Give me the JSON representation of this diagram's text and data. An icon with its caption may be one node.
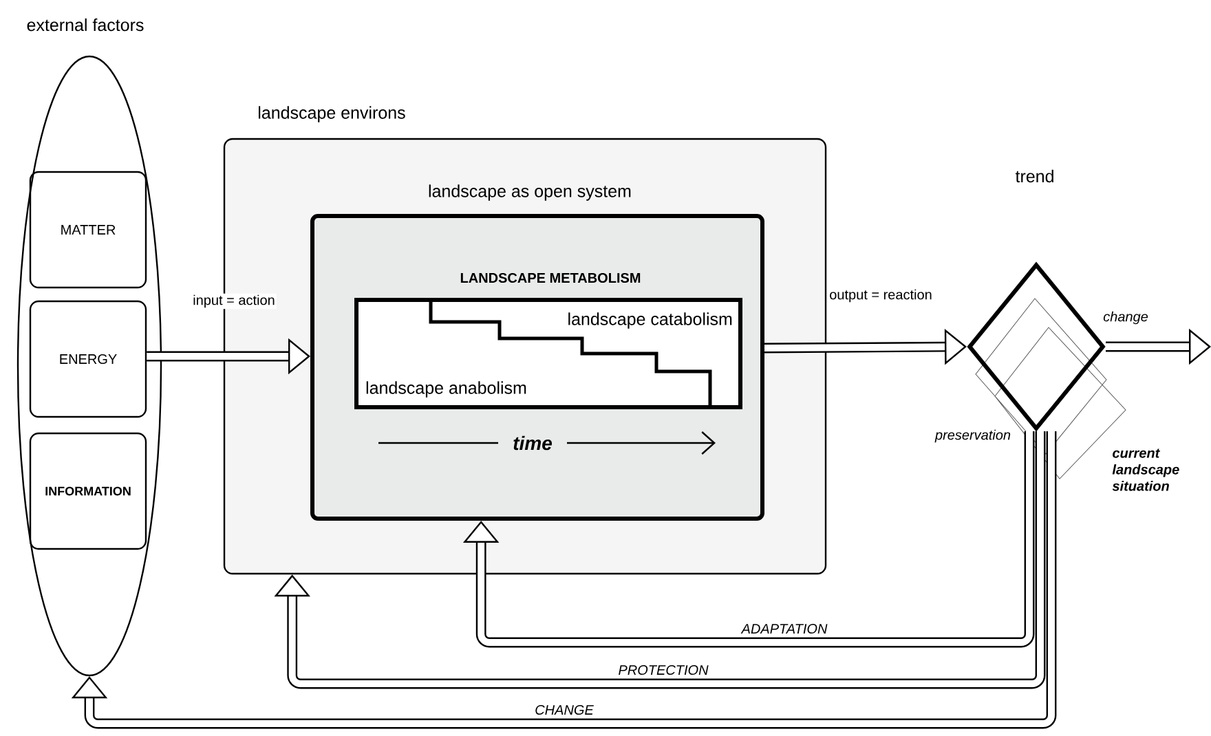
{
  "diagram": {
    "nodes": [
      {
        "text": [
          "external factors"
        ]
      },
      {
        "text": [
          "MATTER"
        ],
        "in": 0
      },
      {
        "text": [
          "ENERGY"
        ],
        "in": 0
      },
      {
        "text": [
          "INFORMATION"
        ],
        "in": 0
      },
      {
        "text": [
          "landscape environs"
        ]
      },
      {
        "text": [
          "landscape as open system",
          "LANDSCAPE METABOLISM"
        ],
        "in": 4
      },
      {
        "text": [
          "landscape catabolism",
          "landscape anabolism"
        ],
        "in": 5
      },
      {
        "text": [
          "trend"
        ],
        "beside": [
          "current landscape situation"
        ]
      }
    ],
    "edges": [
      {
        "from": 2,
        "to": 5,
        "arrow": "to",
        "label": "input = action"
      },
      {
        "from": 5,
        "to": 7,
        "arrow": "to",
        "label": "output = reaction"
      },
      {
        "from": 7,
        "to": null,
        "arrow": "to",
        "label": "change"
      },
      {
        "from": 7,
        "to": 5,
        "arrow": "to",
        "label": "ADAPTATION"
      },
      {
        "from": 7,
        "to": 4,
        "arrow": "to",
        "label": "PROTECTION"
      },
      {
        "from": 7,
        "to": 0,
        "arrow": "to",
        "label": "CHANGE"
      }
    ],
    "labels": [
      "time",
      "preservation"
    ]
  }
}
